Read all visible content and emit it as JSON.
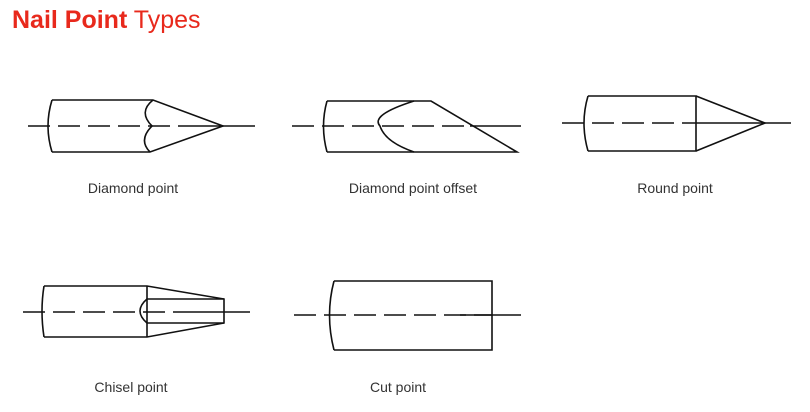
{
  "title": {
    "bold": "Nail Point",
    "regular": "Types",
    "color": "#e8291c"
  },
  "types": [
    {
      "label": "Diamond point"
    },
    {
      "label": "Diamond point offset"
    },
    {
      "label": "Round point"
    },
    {
      "label": "Chisel point"
    },
    {
      "label": "Cut point"
    }
  ]
}
